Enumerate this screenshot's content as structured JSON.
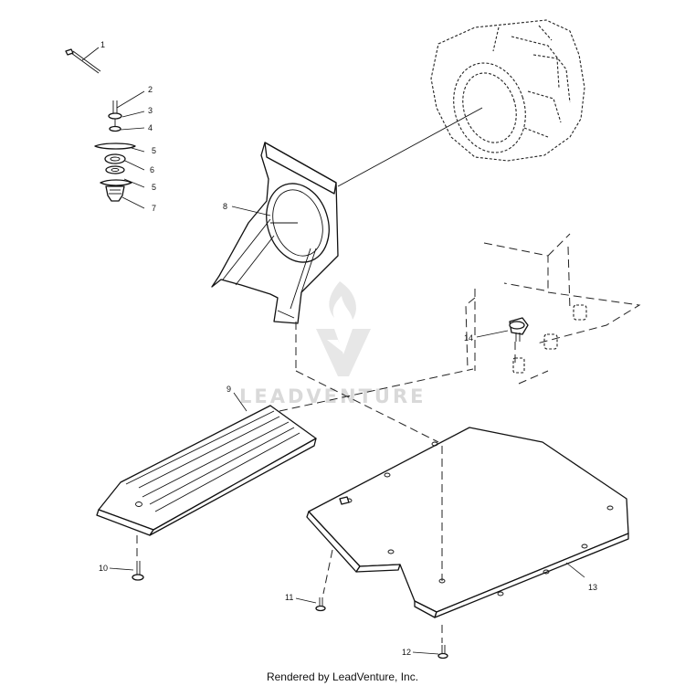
{
  "callouts": {
    "c1": "1",
    "c2": "2",
    "c3": "3",
    "c4": "4",
    "c5a": "5",
    "c6": "6",
    "c5b": "5",
    "c7": "7",
    "c8": "8",
    "c9": "9",
    "c10": "10",
    "c11": "11",
    "c12": "12",
    "c13": "13",
    "c14": "14"
  },
  "watermark": {
    "text": "LEADVENTURE"
  },
  "footer": {
    "text": "Rendered by LeadVenture, Inc."
  }
}
